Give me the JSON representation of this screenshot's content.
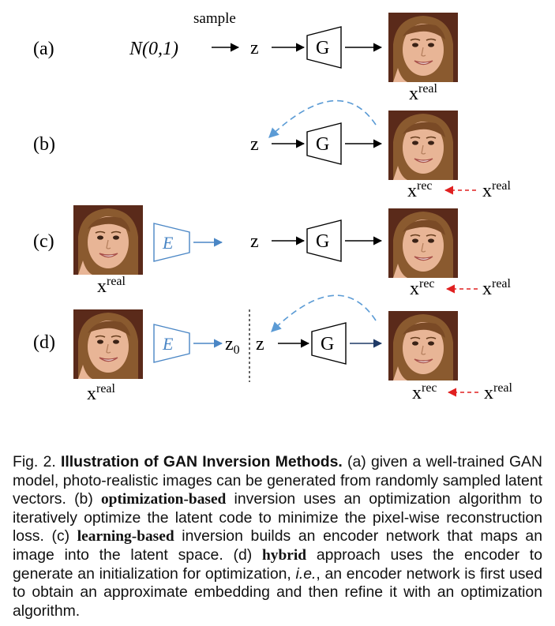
{
  "rows": [
    {
      "label": "(a)",
      "source": "N(0,1)",
      "sample_label": "sample",
      "latent": "z",
      "generator": "G",
      "output_label": "real"
    },
    {
      "label": "(b)",
      "latent": "z",
      "generator": "G",
      "rec_label": "rec",
      "real_label": "real"
    },
    {
      "label": "(c)",
      "encoder": "E",
      "input_label": "real",
      "latent": "z",
      "generator": "G",
      "rec_label": "rec",
      "real_label": "real"
    },
    {
      "label": "(d)",
      "encoder": "E",
      "input_label": "real",
      "init_latent": "z",
      "init_sub": "0",
      "latent": "z",
      "generator": "G",
      "rec_label": "rec",
      "real_label": "real"
    }
  ],
  "x_symbol": "x",
  "colors": {
    "encoder": "#4a86c5",
    "optimization_arrow": "#5b9bd5",
    "loss_arrow": "#e02020",
    "face_bg": "#5a2a1a",
    "skin": "#e8b596",
    "hair": "#8a5a2f"
  },
  "caption": {
    "prefix": "Fig. 2. ",
    "title": "Illustration of GAN Inversion Methods.",
    "a_text": " (a) given a well-trained GAN model, photo-realistic images can be generated from randomly sampled latent vectors. (b) ",
    "term_opt": "optimization-based",
    "b_text": " inversion uses an op­timization algorithm to iteratively optimize the latent code to minimize the pixel-wise reconstruction loss. (c) ",
    "term_learn": "learning-based",
    "c_text": " inversion builds an encoder network that maps an image into the latent space. (d) ",
    "term_hybrid": "hybrid",
    "d_text": " approach uses the encoder to generate an initialization for optimization, ",
    "ie": "i.e.",
    "end_text": ", an encoder network is first used to obtain an approximate embed­ding and then refine it with an optimization algorithm."
  }
}
